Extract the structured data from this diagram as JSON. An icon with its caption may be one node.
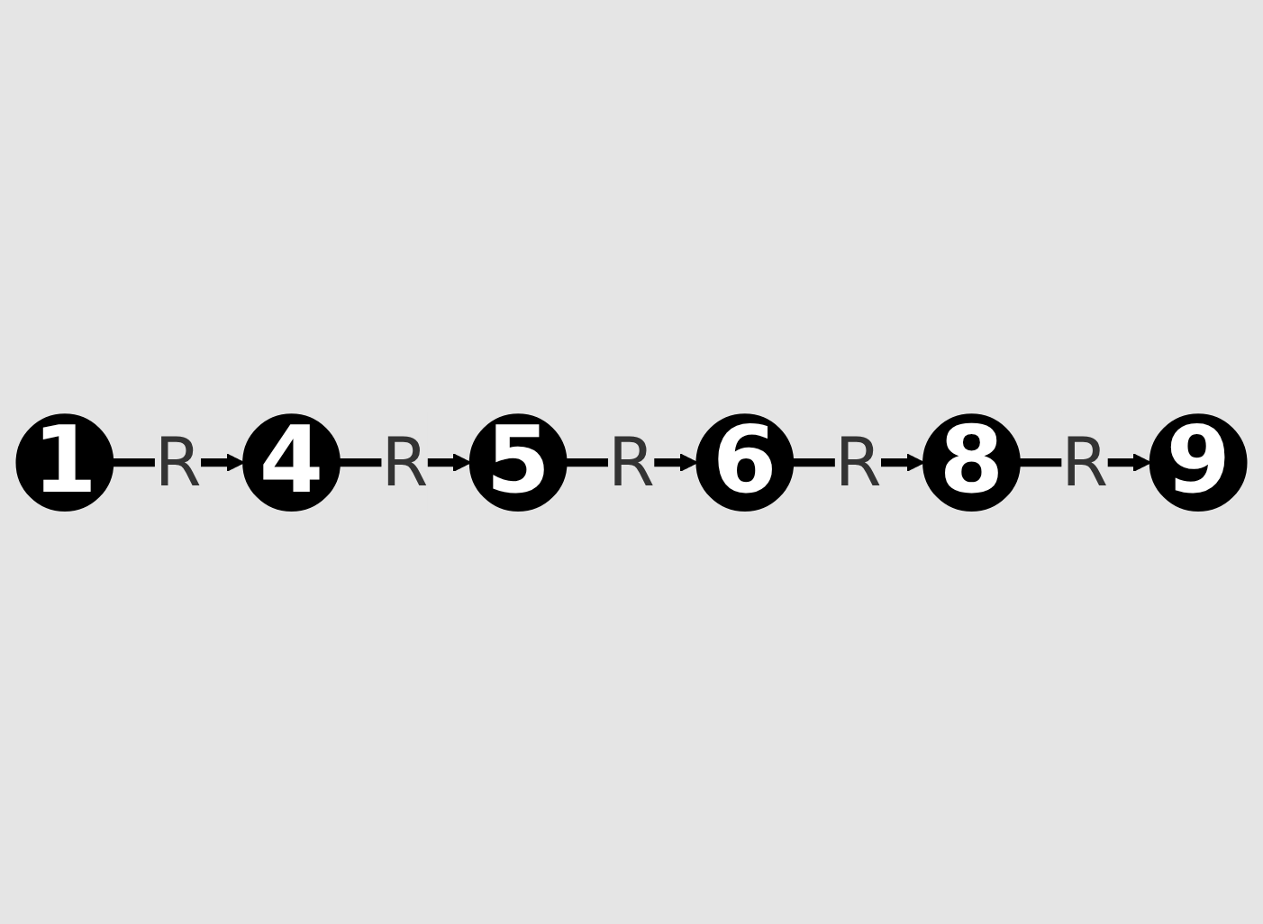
{
  "diagram": {
    "nodes": [
      {
        "text": [
          "1"
        ]
      },
      {
        "text": [
          "4"
        ]
      },
      {
        "text": [
          "5"
        ]
      },
      {
        "text": [
          "6"
        ]
      },
      {
        "text": [
          "8"
        ]
      },
      {
        "text": [
          "9"
        ]
      }
    ],
    "edges": [
      {
        "from": 0,
        "to": 1,
        "arrow": "to",
        "label": "R"
      },
      {
        "from": 1,
        "to": 2,
        "arrow": "to",
        "label": "R"
      },
      {
        "from": 2,
        "to": 3,
        "arrow": "to",
        "label": "R"
      },
      {
        "from": 3,
        "to": 4,
        "arrow": "to",
        "label": "R"
      },
      {
        "from": 4,
        "to": 5,
        "arrow": "to",
        "label": "R"
      }
    ]
  }
}
